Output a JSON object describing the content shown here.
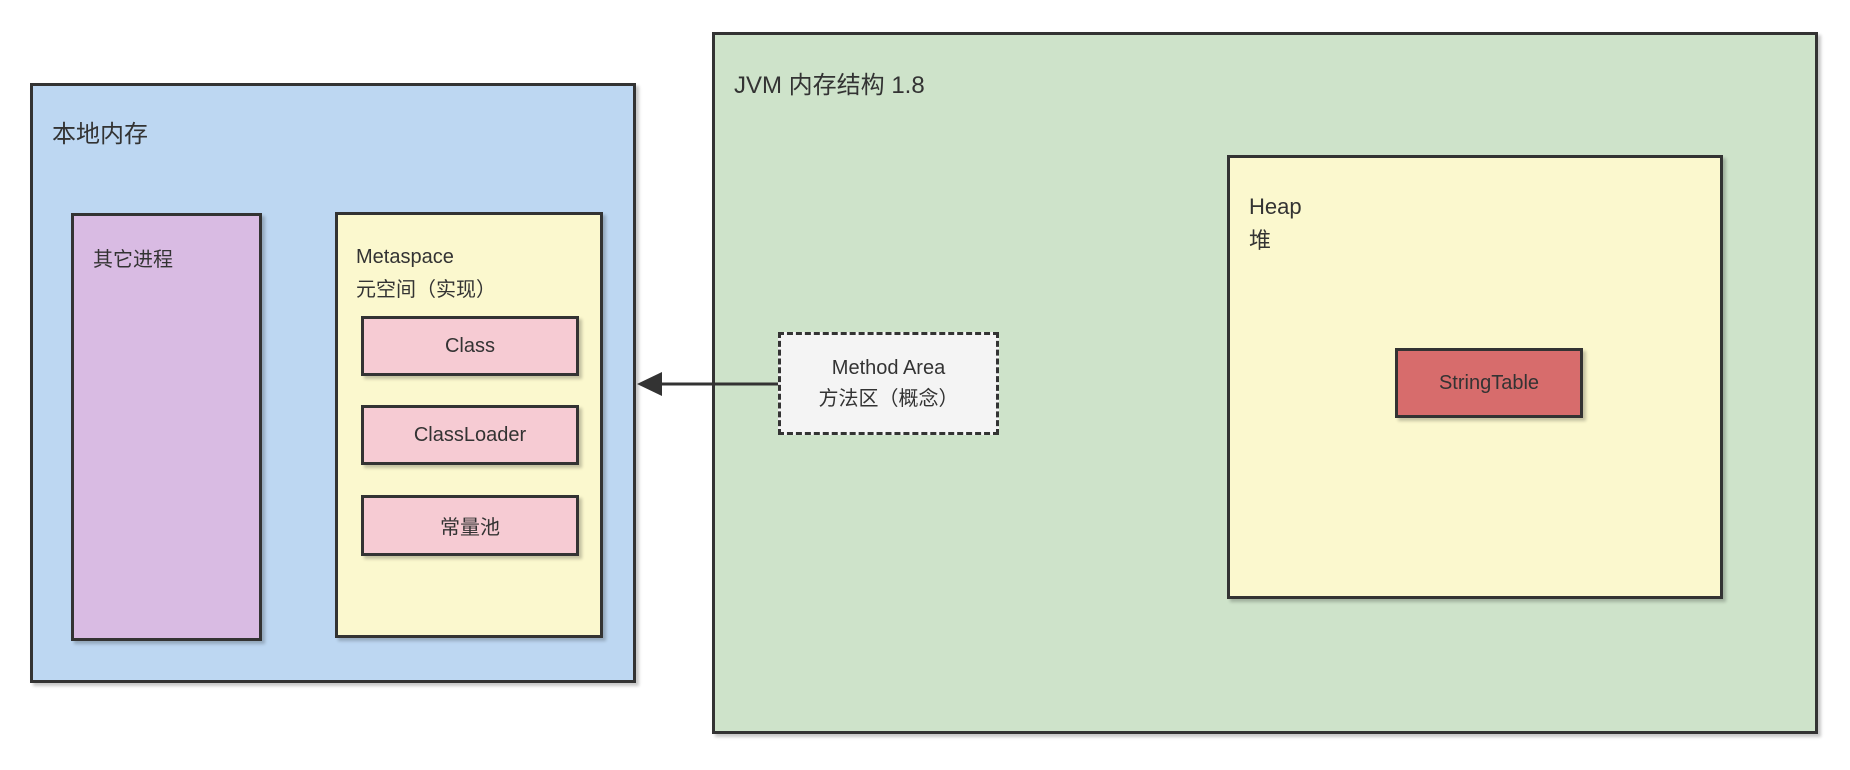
{
  "native_memory": {
    "title": "本地内存",
    "other_process_label": "其它进程",
    "metaspace": {
      "title_en": "Metaspace",
      "title_zh": "元空间（实现）",
      "items": {
        "class": "Class",
        "classloader": "ClassLoader",
        "constant_pool": "常量池"
      }
    }
  },
  "jvm": {
    "title": "JVM 内存结构 1.8",
    "heap": {
      "title_en": "Heap",
      "title_zh": "堆",
      "string_table_label": "StringTable"
    },
    "method_area": {
      "title_en": "Method Area",
      "title_zh": "方法区（概念）"
    }
  },
  "colors": {
    "native_memory_fill": "#BDD7F2",
    "other_process_fill": "#D9BBE3",
    "metaspace_fill": "#FBF8CE",
    "memory_item_fill": "#F6CBD3",
    "jvm_fill": "#CEE3CA",
    "heap_fill": "#FBF8CE",
    "string_table_fill": "#D76C6C",
    "method_area_fill": "#F4F4F4",
    "border": "#333333",
    "text": "#333333"
  }
}
